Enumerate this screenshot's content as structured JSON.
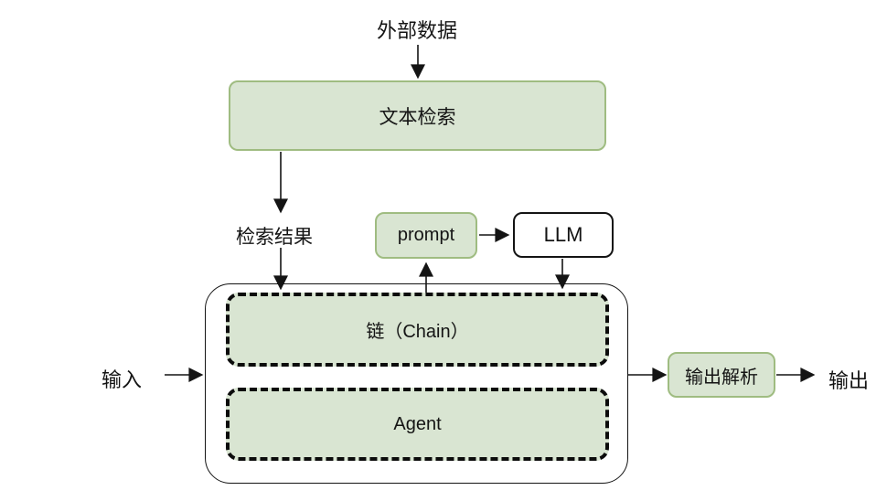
{
  "diagram": {
    "type": "flowchart",
    "colors": {
      "node_fill": "#d9e5d2",
      "node_border": "#9fbc81",
      "dashed_border": "#0c0c0c",
      "outline": "#141414",
      "background": "#ffffff"
    },
    "nodes": {
      "external_data": "外部数据",
      "text_retrieval": "文本检索",
      "retrieval_result": "检索结果",
      "prompt": "prompt",
      "llm": "LLM",
      "chain": "链（Chain）",
      "agent": "Agent",
      "input": "输入",
      "output_parser": "输出解析",
      "output": "输出"
    },
    "edges": [
      {
        "from": "external_data",
        "to": "text_retrieval"
      },
      {
        "from": "text_retrieval",
        "to": "retrieval_result"
      },
      {
        "from": "retrieval_result",
        "to": "chain"
      },
      {
        "from": "prompt",
        "to": "llm"
      },
      {
        "from": "chain",
        "to": "prompt"
      },
      {
        "from": "llm",
        "to": "chain"
      },
      {
        "from": "input",
        "to": "pipeline_container"
      },
      {
        "from": "pipeline_container",
        "to": "output_parser"
      },
      {
        "from": "output_parser",
        "to": "output"
      }
    ]
  }
}
